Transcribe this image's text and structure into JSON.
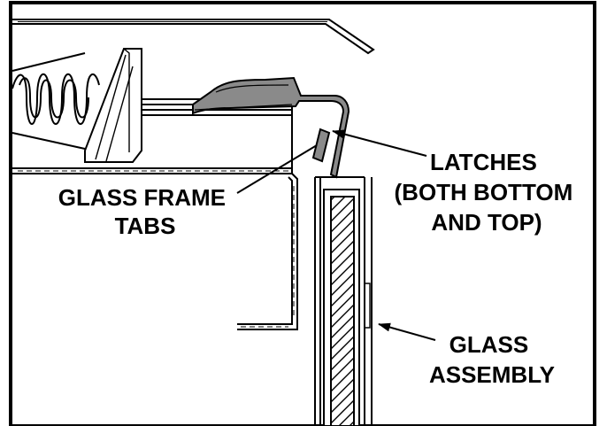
{
  "diagram": {
    "labels": {
      "glass_frame_tabs": [
        "GLASS FRAME",
        "TABS"
      ],
      "latches": [
        "LATCHES",
        "(BOTH BOTTOM",
        "AND TOP)"
      ],
      "glass_assembly": [
        "GLASS",
        "ASSEMBLY"
      ]
    },
    "colors": {
      "line": "#000000",
      "latch_fill": "#8a8a8a",
      "background": "#ffffff"
    }
  }
}
